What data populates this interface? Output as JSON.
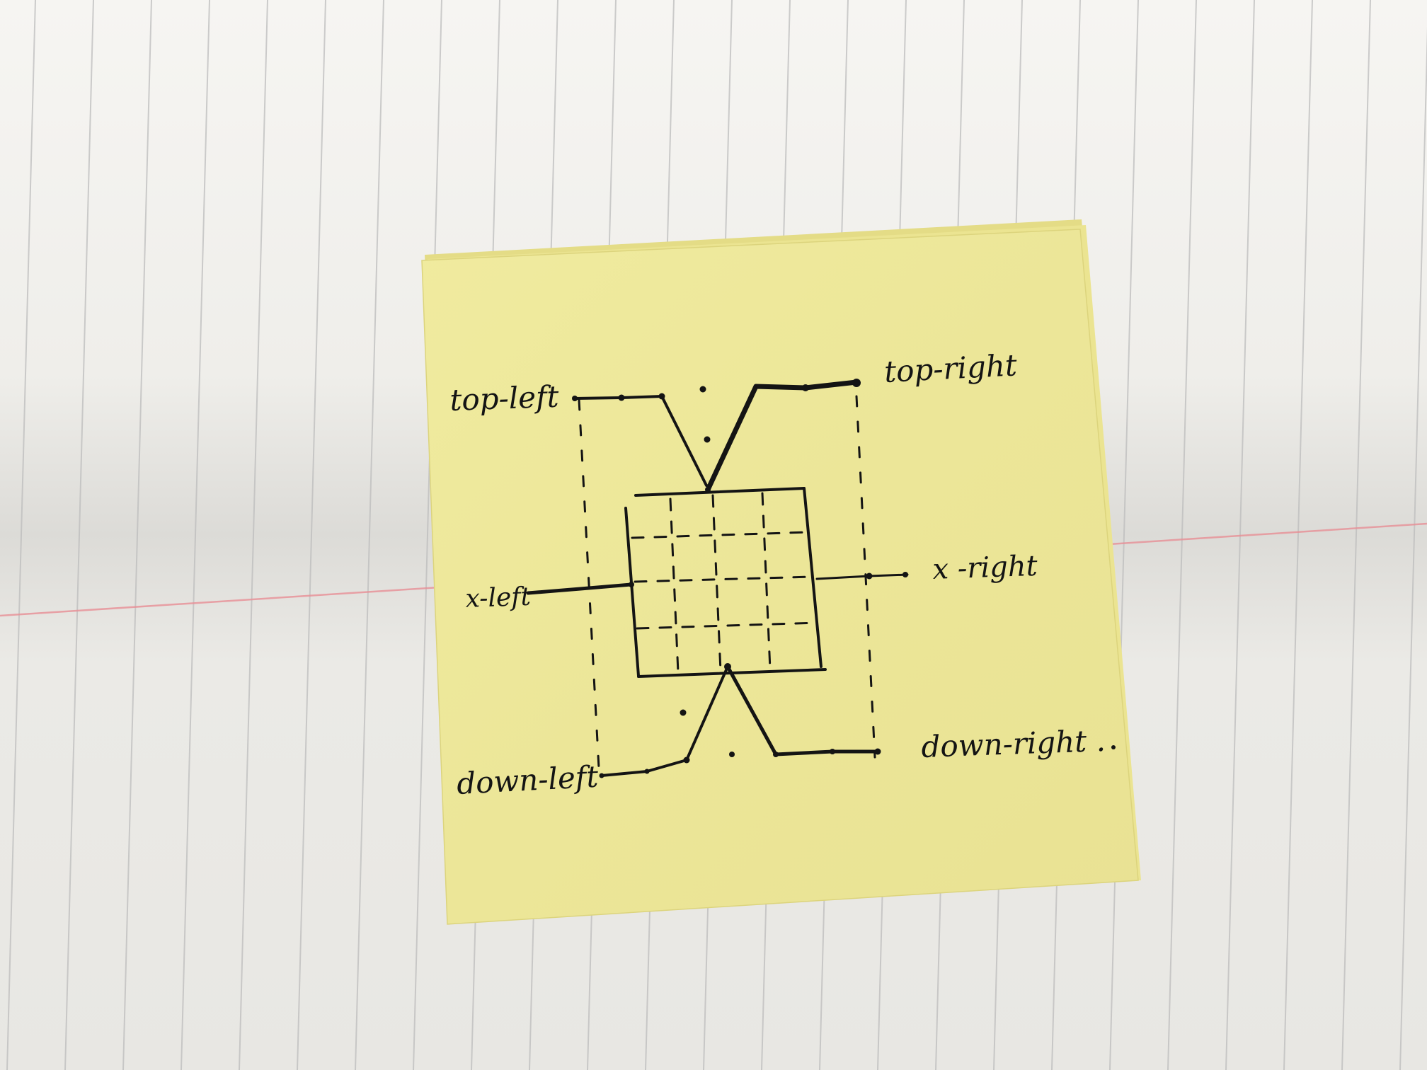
{
  "scene": {
    "paper_color": "#f1f0ec",
    "rule_color": "#bdbdbd",
    "margin_line_color": "#e88f96",
    "sticky_color": "#eee89a",
    "sticky_edge_color": "#e2da82",
    "ink_color": "#141414"
  },
  "sketch": {
    "labels": {
      "top_left": "top-left",
      "top_right": "top-right",
      "x_left": "x-left",
      "x_right": "x -right",
      "down_left": "down-left",
      "down_right": "down-right ."
    }
  }
}
